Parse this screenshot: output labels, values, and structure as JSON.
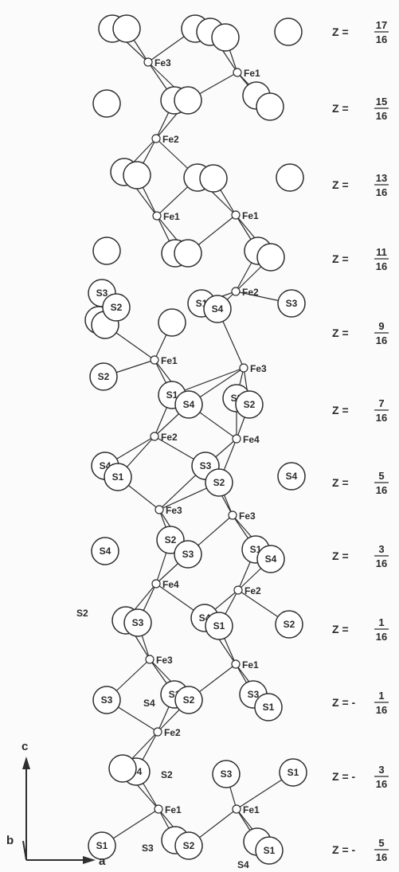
{
  "axes": {
    "c": "c",
    "b": "b",
    "a": "a"
  },
  "z_levels": [
    {
      "prefix": "Z =",
      "num": "17",
      "den": "16"
    },
    {
      "prefix": "Z =",
      "num": "15",
      "den": "16"
    },
    {
      "prefix": "Z =",
      "num": "13",
      "den": "16"
    },
    {
      "prefix": "Z =",
      "num": "11",
      "den": "16"
    },
    {
      "prefix": "Z =",
      "num": "9",
      "den": "16"
    },
    {
      "prefix": "Z =",
      "num": "7",
      "den": "16"
    },
    {
      "prefix": "Z =",
      "num": "5",
      "den": "16"
    },
    {
      "prefix": "Z =",
      "num": "3",
      "den": "16"
    },
    {
      "prefix": "Z =",
      "num": "1",
      "den": "16"
    },
    {
      "prefix": "Z = -",
      "num": "1",
      "den": "16"
    },
    {
      "prefix": "Z = -",
      "num": "3",
      "den": "16"
    },
    {
      "prefix": "Z = -",
      "num": "5",
      "den": "16"
    }
  ],
  "fe_atoms": [
    {
      "id": "fe-a",
      "label": "Fe3"
    },
    {
      "id": "fe-b",
      "label": "Fe1"
    },
    {
      "id": "fe-c",
      "label": "Fe2"
    },
    {
      "id": "fe-d",
      "label": "Fe1"
    },
    {
      "id": "fe-e",
      "label": "Fe1"
    },
    {
      "id": "fe-f",
      "label": "Fe2"
    },
    {
      "id": "fe-g",
      "label": "Fe1"
    },
    {
      "id": "fe-h",
      "label": "Fe3"
    },
    {
      "id": "fe-i",
      "label": "Fe2"
    },
    {
      "id": "fe-j",
      "label": "Fe4"
    },
    {
      "id": "fe-k",
      "label": "Fe3"
    },
    {
      "id": "fe-l",
      "label": "Fe3"
    },
    {
      "id": "fe-m",
      "label": "Fe4"
    },
    {
      "id": "fe-n",
      "label": "Fe2"
    },
    {
      "id": "fe-o",
      "label": "Fe3"
    },
    {
      "id": "fe-p",
      "label": "Fe1"
    },
    {
      "id": "fe-q",
      "label": "Fe2"
    },
    {
      "id": "fe-r",
      "label": "Fe1"
    },
    {
      "id": "fe-s",
      "label": "Fe1"
    }
  ],
  "s_atoms": [
    {
      "id": "s-01",
      "label": ""
    },
    {
      "id": "s-02",
      "label": ""
    },
    {
      "id": "s-03",
      "label": ""
    },
    {
      "id": "s-04",
      "label": ""
    },
    {
      "id": "s-05",
      "label": ""
    },
    {
      "id": "s-06",
      "label": ""
    },
    {
      "id": "s-07",
      "label": ""
    },
    {
      "id": "s-08",
      "label": ""
    },
    {
      "id": "s-09",
      "label": ""
    },
    {
      "id": "s-10",
      "label": ""
    },
    {
      "id": "s-11",
      "label": ""
    },
    {
      "id": "s-12",
      "label": ""
    },
    {
      "id": "s-13",
      "label": ""
    },
    {
      "id": "s-14",
      "label": ""
    },
    {
      "id": "s-15",
      "label": ""
    },
    {
      "id": "s-16",
      "label": ""
    },
    {
      "id": "s-17",
      "label": ""
    },
    {
      "id": "s-18",
      "label": ""
    },
    {
      "id": "s-19",
      "label": ""
    },
    {
      "id": "s-20",
      "label": ""
    },
    {
      "id": "s-21",
      "label": ""
    },
    {
      "id": "s-22",
      "label": ""
    },
    {
      "id": "s-23",
      "label": ""
    },
    {
      "id": "s-24",
      "label": ""
    },
    {
      "id": "s-25",
      "label": "S3"
    },
    {
      "id": "s-26",
      "label": "S2"
    },
    {
      "id": "s-27",
      "label": "S1"
    },
    {
      "id": "s-28",
      "label": "S4"
    },
    {
      "id": "s-29",
      "label": "S3"
    },
    {
      "id": "s-30",
      "label": "S2"
    },
    {
      "id": "s-31",
      "label": "S1"
    },
    {
      "id": "s-32",
      "label": "S4"
    },
    {
      "id": "s-33",
      "label": "S3"
    },
    {
      "id": "s-34",
      "label": "S2"
    },
    {
      "id": "s-35",
      "label": "S4"
    },
    {
      "id": "s-36",
      "label": "S1"
    },
    {
      "id": "s-37",
      "label": "S3"
    },
    {
      "id": "s-38",
      "label": "S2"
    },
    {
      "id": "s-39",
      "label": "S4"
    },
    {
      "id": "s-40",
      "label": "S4"
    },
    {
      "id": "s-41",
      "label": "S2"
    },
    {
      "id": "s-42",
      "label": "S3"
    },
    {
      "id": "s-43",
      "label": "S1"
    },
    {
      "id": "s-44",
      "label": "S4"
    },
    {
      "id": "s-45",
      "label": ""
    },
    {
      "id": "s-46",
      "label": "S3"
    },
    {
      "id": "s-47",
      "label": "S4"
    },
    {
      "id": "s-48",
      "label": "S1"
    },
    {
      "id": "s-49",
      "label": "S2"
    },
    {
      "id": "s-50",
      "label": "S3"
    },
    {
      "id": "s-51",
      "label": "S1"
    },
    {
      "id": "s-52",
      "label": "S2"
    },
    {
      "id": "s-53",
      "label": "S3"
    },
    {
      "id": "s-54",
      "label": "S1"
    },
    {
      "id": "s-55",
      "label": "S4"
    },
    {
      "id": "s-56",
      "label": ""
    },
    {
      "id": "s-57",
      "label": "S3"
    },
    {
      "id": "s-58",
      "label": "S1"
    },
    {
      "id": "s-59",
      "label": "S1"
    },
    {
      "id": "s-60",
      "label": ""
    },
    {
      "id": "s-61",
      "label": "S2"
    },
    {
      "id": "s-62",
      "label": ""
    },
    {
      "id": "s-63",
      "label": "S1"
    }
  ],
  "outside_labels": [
    {
      "id": "ol-1",
      "text": "S2"
    },
    {
      "id": "ol-2",
      "text": "S4"
    },
    {
      "id": "ol-3",
      "text": "S2"
    },
    {
      "id": "ol-4",
      "text": "S3"
    },
    {
      "id": "ol-5",
      "text": "S4"
    }
  ]
}
